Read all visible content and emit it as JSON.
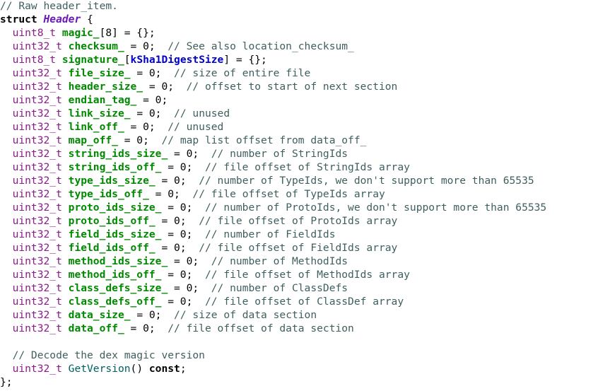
{
  "colors": {
    "background": "#ffffff",
    "plain": "#000000",
    "comment": "#3f5f5f",
    "keyword": "#000000",
    "type_name": "#6a1bb3",
    "primitive_type": "#8b1a8b",
    "field_name": "#008a00",
    "number": "#000000",
    "constant": "#0000cc",
    "method": "#006060"
  },
  "code": {
    "lines": [
      [
        {
          "t": "// Raw header_item.",
          "k": "comment"
        }
      ],
      [
        {
          "t": "struct ",
          "k": "keyword"
        },
        {
          "t": "Header",
          "k": "type_name"
        },
        {
          "t": " {",
          "k": "plain"
        }
      ],
      [
        {
          "t": "  uint8_t ",
          "k": "primitive_type"
        },
        {
          "t": "magic_",
          "k": "field_name"
        },
        {
          "t": "[8] = {};",
          "k": "plain"
        }
      ],
      [
        {
          "t": "  uint32_t ",
          "k": "primitive_type"
        },
        {
          "t": "checksum_",
          "k": "field_name"
        },
        {
          "t": " = 0;  ",
          "k": "plain"
        },
        {
          "t": "// See also location_checksum_",
          "k": "comment"
        }
      ],
      [
        {
          "t": "  uint8_t ",
          "k": "primitive_type"
        },
        {
          "t": "signature_",
          "k": "field_name"
        },
        {
          "t": "[",
          "k": "plain"
        },
        {
          "t": "kSha1DigestSize",
          "k": "constant"
        },
        {
          "t": "] = {};",
          "k": "plain"
        }
      ],
      [
        {
          "t": "  uint32_t ",
          "k": "primitive_type"
        },
        {
          "t": "file_size_",
          "k": "field_name"
        },
        {
          "t": " = 0;  ",
          "k": "plain"
        },
        {
          "t": "// size of entire file",
          "k": "comment"
        }
      ],
      [
        {
          "t": "  uint32_t ",
          "k": "primitive_type"
        },
        {
          "t": "header_size_",
          "k": "field_name"
        },
        {
          "t": " = 0;  ",
          "k": "plain"
        },
        {
          "t": "// offset to start of next section",
          "k": "comment"
        }
      ],
      [
        {
          "t": "  uint32_t ",
          "k": "primitive_type"
        },
        {
          "t": "endian_tag_",
          "k": "field_name"
        },
        {
          "t": " = 0;",
          "k": "plain"
        }
      ],
      [
        {
          "t": "  uint32_t ",
          "k": "primitive_type"
        },
        {
          "t": "link_size_",
          "k": "field_name"
        },
        {
          "t": " = 0;  ",
          "k": "plain"
        },
        {
          "t": "// unused",
          "k": "comment"
        }
      ],
      [
        {
          "t": "  uint32_t ",
          "k": "primitive_type"
        },
        {
          "t": "link_off_",
          "k": "field_name"
        },
        {
          "t": " = 0;  ",
          "k": "plain"
        },
        {
          "t": "// unused",
          "k": "comment"
        }
      ],
      [
        {
          "t": "  uint32_t ",
          "k": "primitive_type"
        },
        {
          "t": "map_off_",
          "k": "field_name"
        },
        {
          "t": " = 0;  ",
          "k": "plain"
        },
        {
          "t": "// map list offset from data_off_",
          "k": "comment"
        }
      ],
      [
        {
          "t": "  uint32_t ",
          "k": "primitive_type"
        },
        {
          "t": "string_ids_size_",
          "k": "field_name"
        },
        {
          "t": " = 0;  ",
          "k": "plain"
        },
        {
          "t": "// number of StringIds",
          "k": "comment"
        }
      ],
      [
        {
          "t": "  uint32_t ",
          "k": "primitive_type"
        },
        {
          "t": "string_ids_off_",
          "k": "field_name"
        },
        {
          "t": " = 0;  ",
          "k": "plain"
        },
        {
          "t": "// file offset of StringIds array",
          "k": "comment"
        }
      ],
      [
        {
          "t": "  uint32_t ",
          "k": "primitive_type"
        },
        {
          "t": "type_ids_size_",
          "k": "field_name"
        },
        {
          "t": " = 0;  ",
          "k": "plain"
        },
        {
          "t": "// number of TypeIds, we don't support more than 65535",
          "k": "comment"
        }
      ],
      [
        {
          "t": "  uint32_t ",
          "k": "primitive_type"
        },
        {
          "t": "type_ids_off_",
          "k": "field_name"
        },
        {
          "t": " = 0;  ",
          "k": "plain"
        },
        {
          "t": "// file offset of TypeIds array",
          "k": "comment"
        }
      ],
      [
        {
          "t": "  uint32_t ",
          "k": "primitive_type"
        },
        {
          "t": "proto_ids_size_",
          "k": "field_name"
        },
        {
          "t": " = 0;  ",
          "k": "plain"
        },
        {
          "t": "// number of ProtoIds, we don't support more than 65535",
          "k": "comment"
        }
      ],
      [
        {
          "t": "  uint32_t ",
          "k": "primitive_type"
        },
        {
          "t": "proto_ids_off_",
          "k": "field_name"
        },
        {
          "t": " = 0;  ",
          "k": "plain"
        },
        {
          "t": "// file offset of ProtoIds array",
          "k": "comment"
        }
      ],
      [
        {
          "t": "  uint32_t ",
          "k": "primitive_type"
        },
        {
          "t": "field_ids_size_",
          "k": "field_name"
        },
        {
          "t": " = 0;  ",
          "k": "plain"
        },
        {
          "t": "// number of FieldIds",
          "k": "comment"
        }
      ],
      [
        {
          "t": "  uint32_t ",
          "k": "primitive_type"
        },
        {
          "t": "field_ids_off_",
          "k": "field_name"
        },
        {
          "t": " = 0;  ",
          "k": "plain"
        },
        {
          "t": "// file offset of FieldIds array",
          "k": "comment"
        }
      ],
      [
        {
          "t": "  uint32_t ",
          "k": "primitive_type"
        },
        {
          "t": "method_ids_size_",
          "k": "field_name"
        },
        {
          "t": " = 0;  ",
          "k": "plain"
        },
        {
          "t": "// number of MethodIds",
          "k": "comment"
        }
      ],
      [
        {
          "t": "  uint32_t ",
          "k": "primitive_type"
        },
        {
          "t": "method_ids_off_",
          "k": "field_name"
        },
        {
          "t": " = 0;  ",
          "k": "plain"
        },
        {
          "t": "// file offset of MethodIds array",
          "k": "comment"
        }
      ],
      [
        {
          "t": "  uint32_t ",
          "k": "primitive_type"
        },
        {
          "t": "class_defs_size_",
          "k": "field_name"
        },
        {
          "t": " = 0;  ",
          "k": "plain"
        },
        {
          "t": "// number of ClassDefs",
          "k": "comment"
        }
      ],
      [
        {
          "t": "  uint32_t ",
          "k": "primitive_type"
        },
        {
          "t": "class_defs_off_",
          "k": "field_name"
        },
        {
          "t": " = 0;  ",
          "k": "plain"
        },
        {
          "t": "// file offset of ClassDef array",
          "k": "comment"
        }
      ],
      [
        {
          "t": "  uint32_t ",
          "k": "primitive_type"
        },
        {
          "t": "data_size_",
          "k": "field_name"
        },
        {
          "t": " = 0;  ",
          "k": "plain"
        },
        {
          "t": "// size of data section",
          "k": "comment"
        }
      ],
      [
        {
          "t": "  uint32_t ",
          "k": "primitive_type"
        },
        {
          "t": "data_off_",
          "k": "field_name"
        },
        {
          "t": " = 0;  ",
          "k": "plain"
        },
        {
          "t": "// file offset of data section",
          "k": "comment"
        }
      ],
      [],
      [
        {
          "t": "  // Decode the dex magic version",
          "k": "comment"
        }
      ],
      [
        {
          "t": "  uint32_t ",
          "k": "primitive_type"
        },
        {
          "t": "GetVersion",
          "k": "method"
        },
        {
          "t": "() ",
          "k": "plain"
        },
        {
          "t": "const",
          "k": "keyword"
        },
        {
          "t": ";",
          "k": "plain"
        }
      ],
      [
        {
          "t": "};",
          "k": "plain"
        }
      ]
    ]
  }
}
